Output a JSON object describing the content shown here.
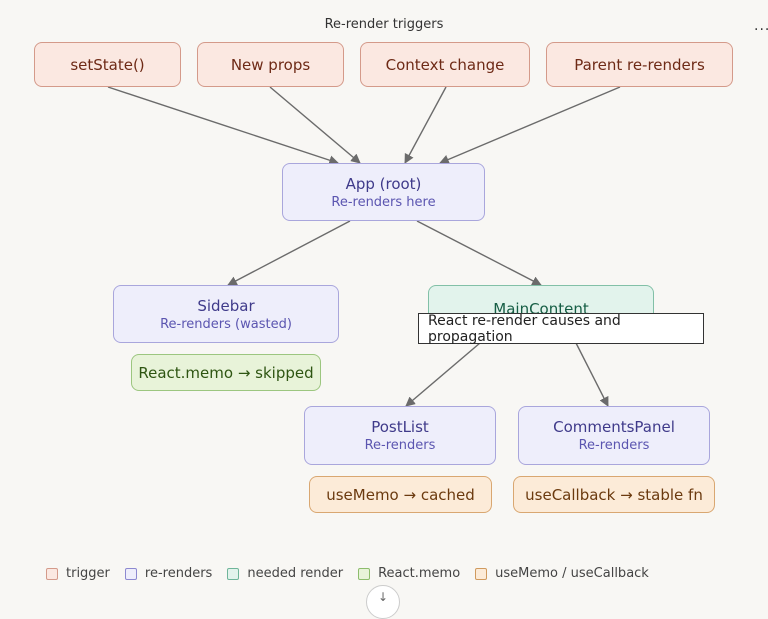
{
  "title": "Re-render triggers",
  "more_menu": "...",
  "triggers": [
    "setState()",
    "New props",
    "Context change",
    "Parent re-renders"
  ],
  "app": {
    "label": "App (root)",
    "sub": "Re-renders here"
  },
  "sidebar": {
    "label": "Sidebar",
    "sub": "Re-renders (wasted)"
  },
  "main_content": {
    "label": "MainContent"
  },
  "memo_box": "React.memo → skipped",
  "postlist": {
    "label": "PostList",
    "sub": "Re-renders"
  },
  "comments": {
    "label": "CommentsPanel",
    "sub": "Re-renders"
  },
  "usememo_box": "useMemo → cached",
  "usecallback_box": "useCallback → stable fn",
  "tooltip": "React re-render causes and propagation",
  "legend": [
    {
      "label": "trigger",
      "color": "#d49a8a"
    },
    {
      "label": "re-renders",
      "color": "#8d89d0"
    },
    {
      "label": "needed render",
      "color": "#6fb59a"
    },
    {
      "label": "React.memo",
      "color": "#8dbd6c"
    },
    {
      "label": "useMemo / useCallback",
      "color": "#d09a5e"
    }
  ],
  "colors": {
    "arrow": "#6b6b6b",
    "background": "#f8f7f4"
  }
}
